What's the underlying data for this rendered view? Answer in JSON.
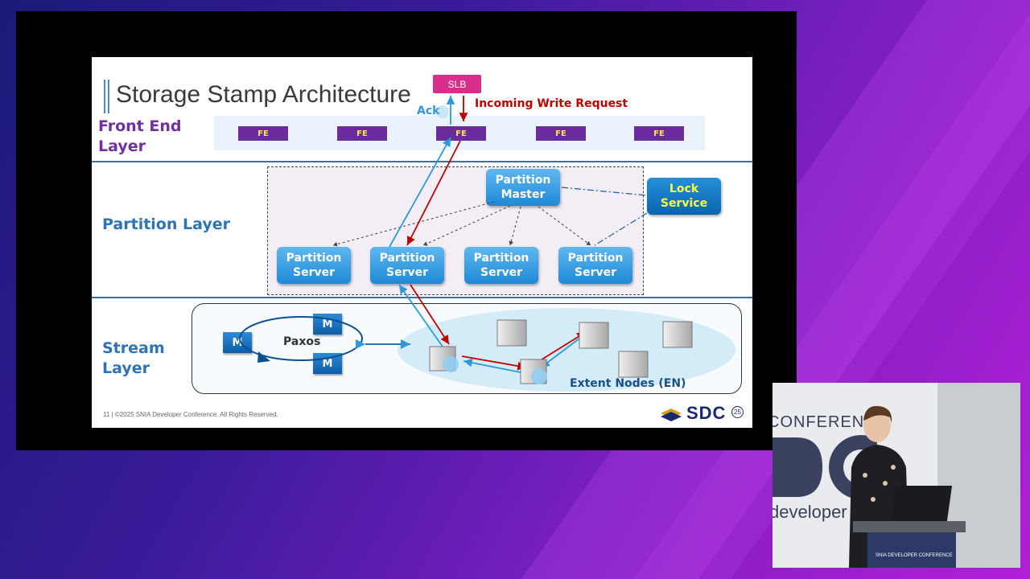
{
  "slide": {
    "title": "Storage Stamp Architecture",
    "footer": "11 | ©2025 SNIA Developer Conference. All Rights Reserved.",
    "logo_text": "SDC",
    "logo_badge": "25"
  },
  "layers": {
    "front_end": "Front End\nLayer",
    "partition": "Partition Layer",
    "stream": "Stream\nLayer"
  },
  "front_end": {
    "slb": "SLB",
    "incoming": "Incoming Write Request",
    "ack": "Ack",
    "fe_boxes": [
      "FE",
      "FE",
      "FE",
      "FE",
      "FE"
    ]
  },
  "partition": {
    "master": "Partition\nMaster",
    "lock_service": "Lock\nService",
    "servers": [
      "Partition\nServer",
      "Partition\nServer",
      "Partition\nServer",
      "Partition\nServer"
    ]
  },
  "stream": {
    "m_nodes": [
      "M",
      "M",
      "M"
    ],
    "paxos": "Paxos",
    "extent_nodes": "Extent Nodes (EN)"
  },
  "speaker_feed": {
    "backdrop_line1": "CONFERENCE",
    "backdrop_line2": "developer",
    "podium_label": "SNIA DEVELOPER CONFERENCE"
  },
  "colors": {
    "title_text": "#3a3a3a",
    "front_end_label": "#7030a0",
    "partition_label": "#2e74b5",
    "stream_label": "#2e74b5",
    "fe_box": "#6a2c9c",
    "slb": "#d62e8a",
    "write_path": "#c00000",
    "ack_path": "#2e9ad8"
  }
}
